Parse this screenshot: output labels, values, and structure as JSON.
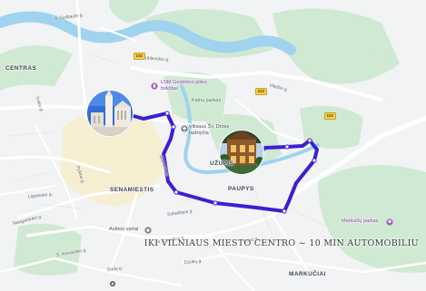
{
  "map": {
    "caption": "IKI VILNIAUS MIESTO CENTRO ~ 10 MIN AUTOMOBILIU",
    "route_color": "#3b1fd1",
    "colors": {
      "land": "#f1f3f4",
      "park": "#cfe9d2",
      "water": "#9fd3ee",
      "road": "#ffffff",
      "highlight_area": "#f6ecc6"
    },
    "districts": {
      "centras": "CENTRAS",
      "senamiestis": "SENAMIESTIS",
      "uzupis": "UŽUPIS",
      "paupys": "PAUPYS",
      "markuciai": "MARKUČIAI"
    },
    "pois": {
      "gediminas": "LNM Gedimino pilies bokštas",
      "kalnu_parkas": "Kalnų parkas",
      "stdross": "Vilniaus Šv. Dross bažnyčia",
      "ausros_vartai": "Aušros vartai",
      "markuciu_parkas": "Markučių parkas"
    },
    "streets": {
      "a_gostauto": "A. Goštauto g.",
      "t_vrublevskio": "T. Vrublevskio g.",
      "s_konarskio": "S. Konarskio g.",
      "traku": "Traku g.",
      "pylimo": "Pylimo g.",
      "vileisio": "Vileišio g.",
      "subacius": "Subačiaus g.",
      "m_daukso": "M. Daukšos g.",
      "rasu": "Rasų g.",
      "dzuku": "Dzūkų g.",
      "sodu": "Sodų g.",
      "naugarduko": "Naugarduko g.",
      "ligoninės": "Ligoninės g.",
      "maironio": "Maironio g."
    },
    "shields": {
      "s1": "102",
      "s2": "103",
      "s3": "102"
    },
    "icons": {
      "gediminas_pin": "tower-icon",
      "church_pin": "church-icon",
      "ausros_pin": "landmark-icon",
      "markuciu_pin": "park-icon",
      "start_marker": "cathedral-photo-marker",
      "end_marker": "house-photo-marker"
    }
  }
}
